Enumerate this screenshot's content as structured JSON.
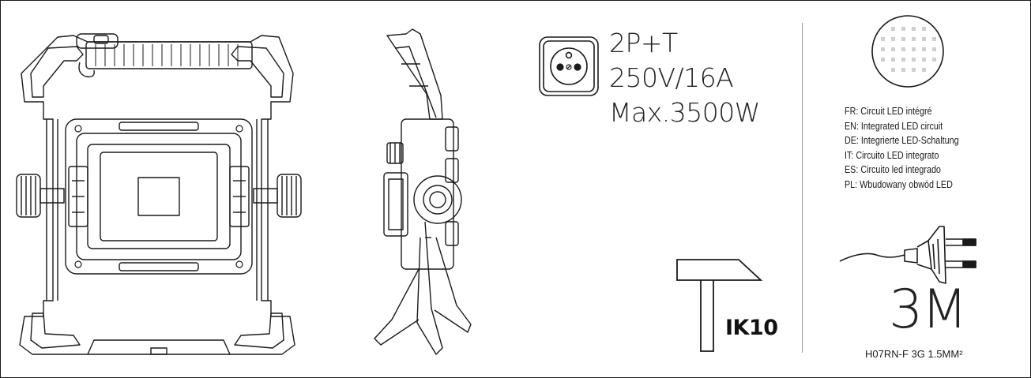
{
  "socket": {
    "icon": "french-socket-2p-earth-icon",
    "line1": "2P+T",
    "line2": "250V/16A",
    "line3": "Max.3500W"
  },
  "led_circuit": {
    "icon": "integrated-led-array-icon",
    "lines": [
      "FR: Circuit LED intégré",
      "EN: Integrated LED circuit",
      "DE: Integrierte LED-Schaltung",
      "IT: Circuito LED integrato",
      "ES: Circuito led integrado",
      "PL: Wbudowany obwód LED"
    ]
  },
  "impact": {
    "icon": "hammer-icon",
    "label": "IK10"
  },
  "cable": {
    "icon": "plug-cable-icon",
    "length": "3M",
    "spec": "H07RN-F 3G 1.5MM²"
  },
  "illustrations": {
    "front": "work-light-front-view",
    "side": "work-light-side-view"
  },
  "colors": {
    "line": "#1a1a1a",
    "dot": "#cfcfcf"
  }
}
